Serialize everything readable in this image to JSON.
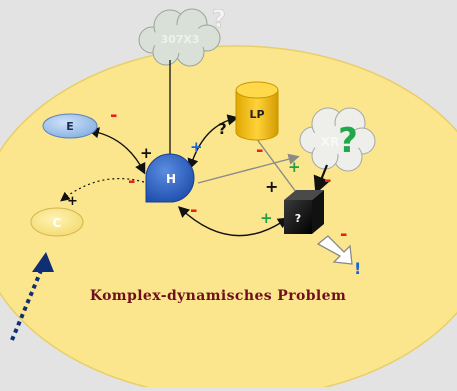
{
  "nodes": {
    "cloud_top": {
      "label": "307X3",
      "mark": "?"
    },
    "lp": {
      "label": "LP"
    },
    "xr": {
      "label": "XR",
      "mark": "?"
    },
    "e": {
      "label": "E"
    },
    "h": {
      "label": "H"
    },
    "c": {
      "label": "C"
    },
    "blackbox": {
      "label": "?"
    }
  },
  "signs": {
    "e_minus": "-",
    "h_plus_left": "+",
    "h_plus_right": "+",
    "h_minus_left": "-",
    "c_plus": "+",
    "lp_question": "?",
    "lp_minus": "-",
    "lp_plus": "+",
    "box_plus_left": "+",
    "box_plus_top": "+",
    "xr_minus": "-",
    "box_minus": "-",
    "box_minus_lower": "-",
    "exclaim": "!"
  },
  "caption": "Komplex-dynamisches Problem",
  "colors": {
    "background": "#e3e3e3",
    "ellipse_fill": "#fbe68d",
    "h_fill": "#2f66c7",
    "e_fill": "#9dc1ea",
    "c_fill": "#fbe67d",
    "lp_fill": "#f6c400",
    "cloud_fill": "#d9e0d8",
    "xr_mark": "#21a84d",
    "minus": "#e2231a",
    "plus_dark": "#111111",
    "plus_blue": "#1e62d8",
    "plus_green": "#22a046",
    "caption": "#6d0f1c",
    "dotted_arrow": "#0f2e73"
  }
}
